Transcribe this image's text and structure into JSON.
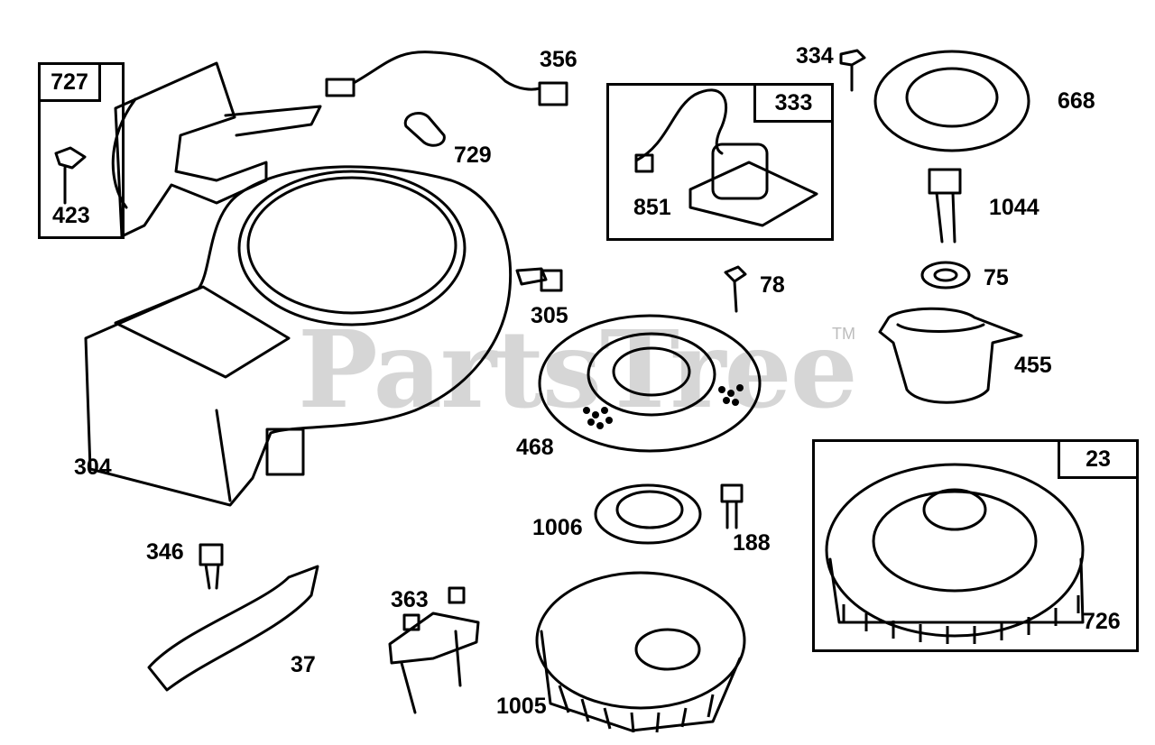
{
  "watermark": {
    "text": "PartsTree",
    "trademark": "TM"
  },
  "callouts": {
    "c727": "727",
    "c423": "423",
    "c356": "356",
    "c729": "729",
    "c334": "334",
    "c333": "333",
    "c851": "851",
    "c668": "668",
    "c1044": "1044",
    "c75": "75",
    "c78": "78",
    "c305": "305",
    "c455": "455",
    "c304": "304",
    "c468": "468",
    "c23": "23",
    "c1006": "1006",
    "c188": "188",
    "c346": "346",
    "c363": "363",
    "c37": "37",
    "c1005": "1005",
    "c726": "726"
  }
}
